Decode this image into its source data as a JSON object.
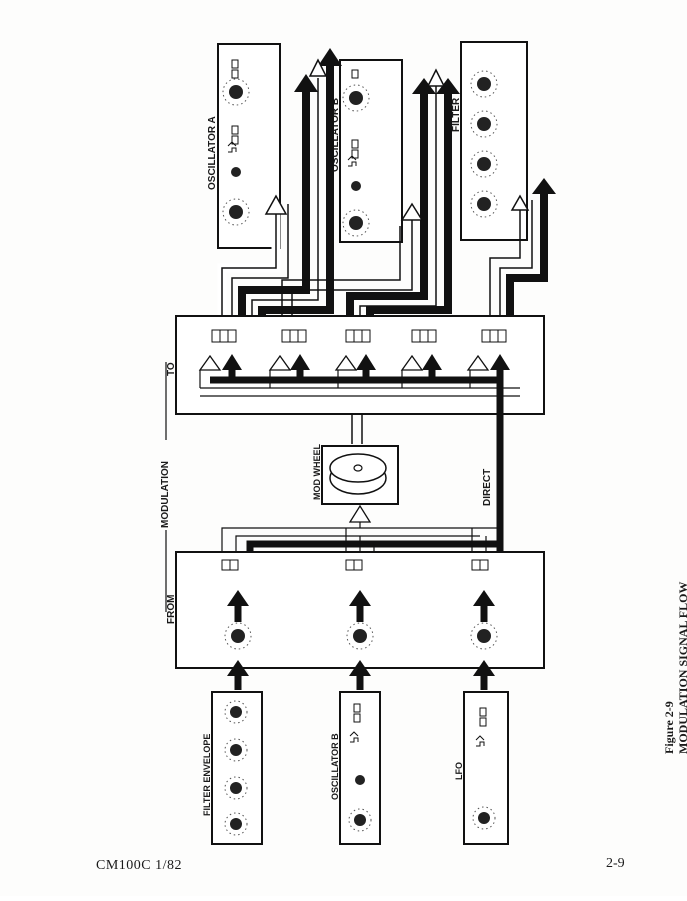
{
  "modules": {
    "oscillator_a": "OSCILLATOR A",
    "oscillator_b_top": "OSCILLATOR B",
    "filter": "FILTER",
    "filter_envelope": "FILTER ENVELOPE",
    "oscillator_b_bottom": "OSCILLATOR B",
    "lfo": "LFO"
  },
  "labels": {
    "modulation": "MODULATION",
    "from": "FROM",
    "to": "TO",
    "mod_wheel": "MOD WHEEL",
    "direct": "DIRECT"
  },
  "figure": {
    "number": "Figure 2-9",
    "title": "MODULATION SIGNAL FLOW"
  },
  "footer": {
    "doc_code": "CM100C  1/82",
    "page": "2-9"
  }
}
